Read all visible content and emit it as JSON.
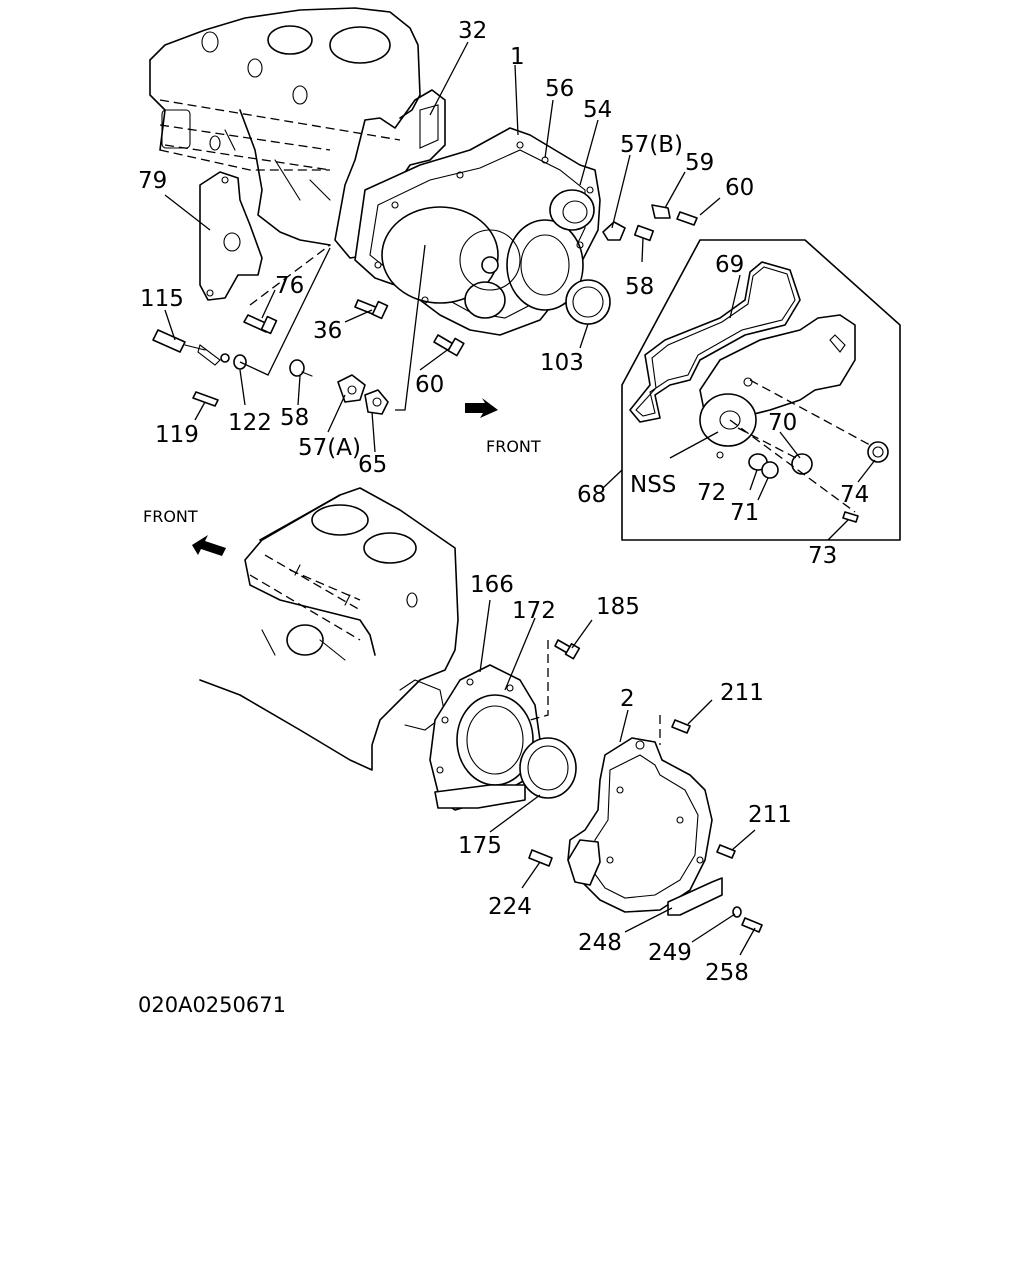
{
  "diagram_code": "020A0250671",
  "front_labels": [
    "FRONT",
    "FRONT"
  ],
  "callouts": {
    "c1": "1",
    "c2": "2",
    "c32": "32",
    "c36": "36",
    "c54": "54",
    "c56": "56",
    "c57a": "57(A)",
    "c57b": "57(B)",
    "c58a": "58",
    "c58b": "58",
    "c59": "59",
    "c60a": "60",
    "c60b": "60",
    "c65": "65",
    "c68": "68",
    "c69": "69",
    "c70": "70",
    "c71": "71",
    "c72": "72",
    "c73": "73",
    "c74": "74",
    "c76": "76",
    "c79": "79",
    "c103": "103",
    "c115": "115",
    "c119": "119",
    "c122": "122",
    "c166": "166",
    "c172": "172",
    "c175": "175",
    "c185": "185",
    "c211a": "211",
    "c211b": "211",
    "c224": "224",
    "c248": "248",
    "c249": "249",
    "c258": "258",
    "nss": "NSS"
  }
}
